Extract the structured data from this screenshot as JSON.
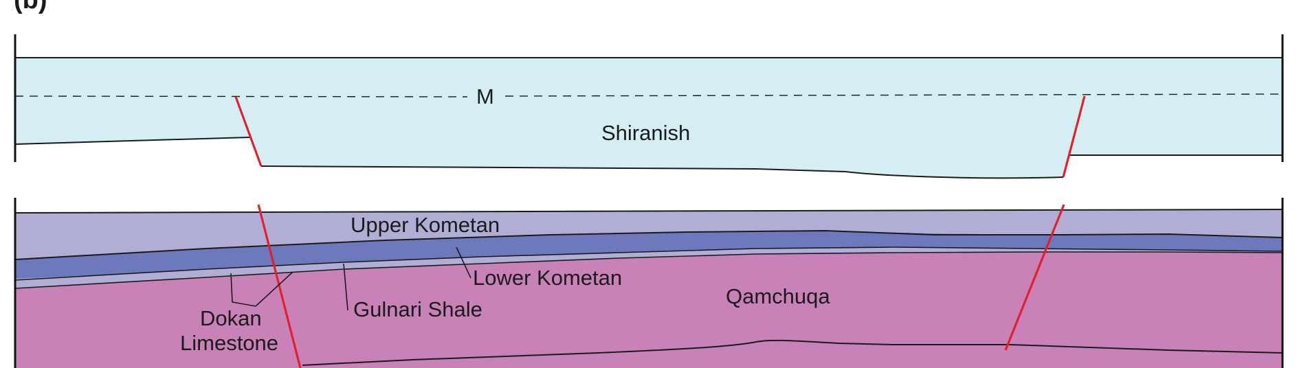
{
  "panel_label": "(b)",
  "marker_label": "M",
  "units": {
    "shiranish": "Shiranish",
    "upper_kometan": "Upper Kometan",
    "lower_kometan": "Lower Kometan",
    "qamchuqa": "Qamchuqa",
    "gulnari_shale": "Gulnari Shale",
    "dokan_limestone_line1": "Dokan",
    "dokan_limestone_line2": "Limestone"
  },
  "colors": {
    "shiranish": "#d5eef4",
    "upper_kometan": "#b1aed6",
    "lower_kometan": "#6e78bd",
    "qamchuqa": "#c882b8",
    "gulnari_shale": "#b1aed6",
    "fault": "#e0202a"
  }
}
